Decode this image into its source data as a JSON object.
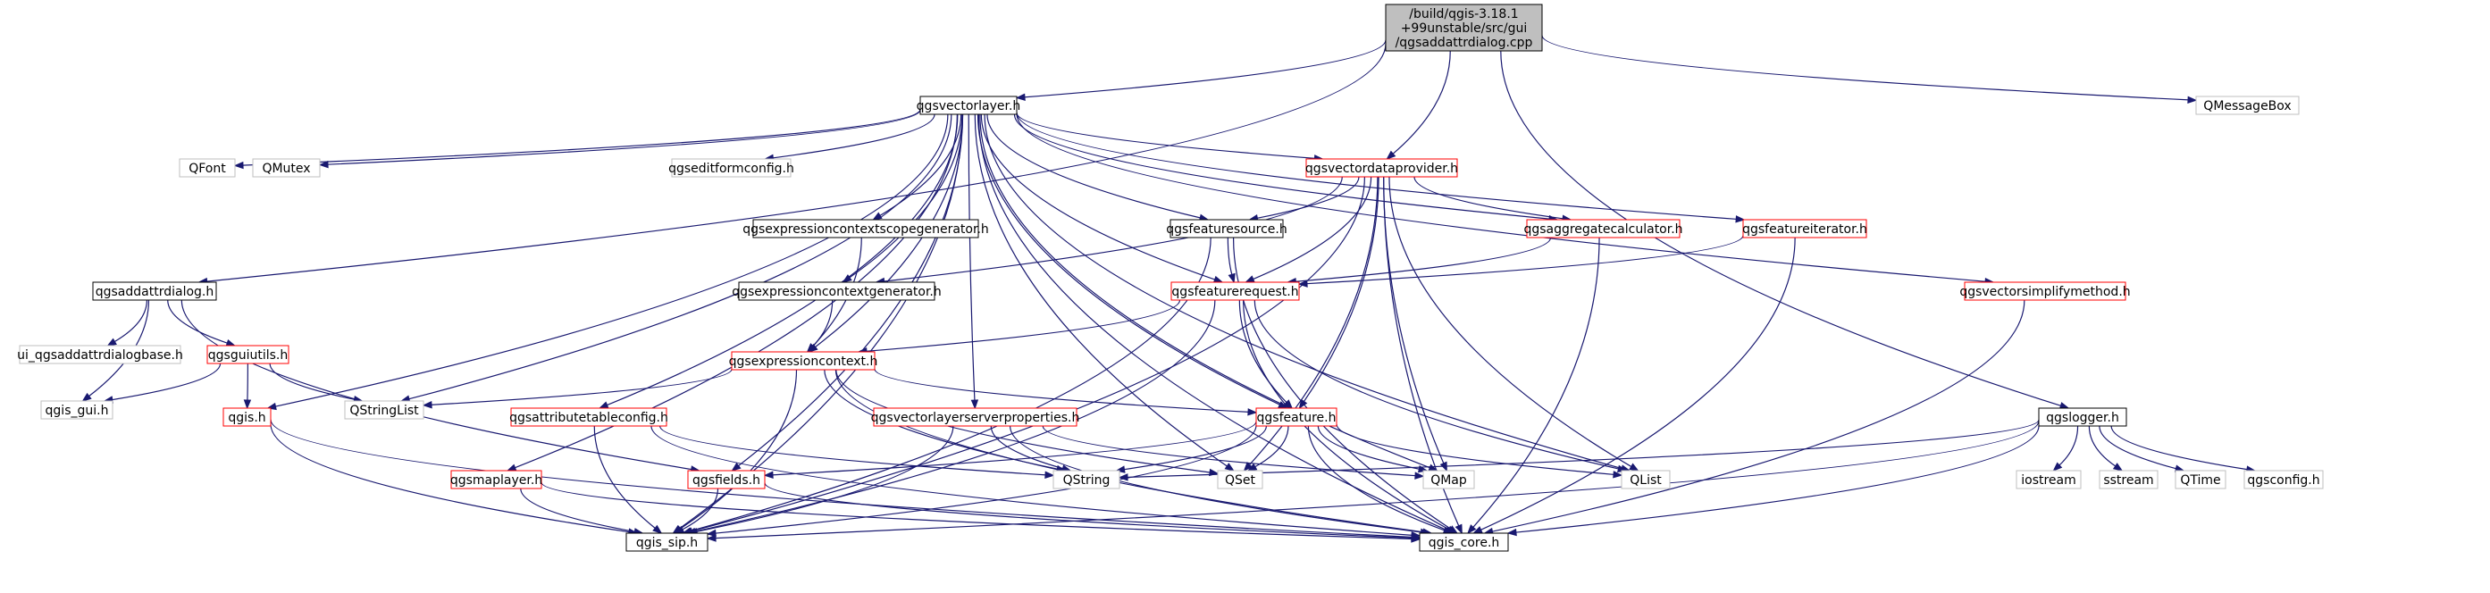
{
  "colors": {
    "edge": "#191970",
    "root_fill": "#bfbfbf",
    "root_stroke": "#000000",
    "documented_stroke": "#000000",
    "nondoc_stroke": "#ff0000",
    "external_stroke": "#bfbfbf"
  },
  "nodes": [
    {
      "id": "root",
      "style": "root",
      "lines": [
        "/build/qgis-3.18.1",
        "+99unstable/src/gui",
        "/qgsaddattrdialog.cpp"
      ]
    },
    {
      "id": "qgsvectorlayer",
      "style": "doc",
      "lines": [
        "qgsvectorlayer.h"
      ]
    },
    {
      "id": "QMessageBox",
      "style": "ext",
      "lines": [
        "QMessageBox"
      ]
    },
    {
      "id": "qgsaddattrdialog",
      "style": "doc",
      "lines": [
        "qgsaddattrdialog.h"
      ]
    },
    {
      "id": "QFont",
      "style": "ext",
      "lines": [
        "QFont"
      ]
    },
    {
      "id": "QMutex",
      "style": "ext",
      "lines": [
        "QMutex"
      ]
    },
    {
      "id": "qgseditformconfig",
      "style": "ext",
      "lines": [
        "qgseditformconfig.h"
      ]
    },
    {
      "id": "qgsvectordataprovider",
      "style": "red",
      "lines": [
        "qgsvectordataprovider.h"
      ]
    },
    {
      "id": "qgsexpressioncontextscopegenerator",
      "style": "doc",
      "lines": [
        "qgsexpressioncontextscopegenerator.h"
      ]
    },
    {
      "id": "qgsfeaturesource",
      "style": "doc",
      "lines": [
        "qgsfeaturesource.h"
      ]
    },
    {
      "id": "qgsaggregatecalculator",
      "style": "red",
      "lines": [
        "qgsaggregatecalculator.h"
      ]
    },
    {
      "id": "qgsfeatureiterator",
      "style": "red",
      "lines": [
        "qgsfeatureiterator.h"
      ]
    },
    {
      "id": "qgsexpressioncontextgenerator",
      "style": "doc",
      "lines": [
        "qgsexpressioncontextgenerator.h"
      ]
    },
    {
      "id": "qgsfeaturerequest",
      "style": "red",
      "lines": [
        "qgsfeaturerequest.h"
      ]
    },
    {
      "id": "qgsvectorsimplifymethod",
      "style": "red",
      "lines": [
        "qgsvectorsimplifymethod.h"
      ]
    },
    {
      "id": "ui_qgsaddattrdialogbase",
      "style": "ext",
      "lines": [
        "ui_qgsaddattrdialogbase.h"
      ]
    },
    {
      "id": "qgsguiutils",
      "style": "red",
      "lines": [
        "qgsguiutils.h"
      ]
    },
    {
      "id": "qgsexpressioncontext",
      "style": "red",
      "lines": [
        "qgsexpressioncontext.h"
      ]
    },
    {
      "id": "qgis_gui",
      "style": "ext",
      "lines": [
        "qgis_gui.h"
      ]
    },
    {
      "id": "QStringList",
      "style": "ext",
      "lines": [
        "QStringList"
      ]
    },
    {
      "id": "qgis",
      "style": "red",
      "lines": [
        "qgis.h"
      ]
    },
    {
      "id": "qgsattributetableconfig",
      "style": "red",
      "lines": [
        "qgsattributetableconfig.h"
      ]
    },
    {
      "id": "qgsvectorlayerserverproperties",
      "style": "red",
      "lines": [
        "qgsvectorlayerserverproperties.h"
      ]
    },
    {
      "id": "qgsfeature",
      "style": "red",
      "lines": [
        "qgsfeature.h"
      ]
    },
    {
      "id": "qgslogger",
      "style": "doc",
      "lines": [
        "qgslogger.h"
      ]
    },
    {
      "id": "qgsmaplayer",
      "style": "red",
      "lines": [
        "qgsmaplayer.h"
      ]
    },
    {
      "id": "qgsfields",
      "style": "red",
      "lines": [
        "qgsfields.h"
      ]
    },
    {
      "id": "QString",
      "style": "ext",
      "lines": [
        "QString"
      ]
    },
    {
      "id": "QSet",
      "style": "ext",
      "lines": [
        "QSet"
      ]
    },
    {
      "id": "QMap",
      "style": "ext",
      "lines": [
        "QMap"
      ]
    },
    {
      "id": "QList",
      "style": "ext",
      "lines": [
        "QList"
      ]
    },
    {
      "id": "iostream",
      "style": "ext",
      "lines": [
        "iostream"
      ]
    },
    {
      "id": "sstream",
      "style": "ext",
      "lines": [
        "sstream"
      ]
    },
    {
      "id": "QTime",
      "style": "ext",
      "lines": [
        "QTime"
      ]
    },
    {
      "id": "qgsconfig",
      "style": "ext",
      "lines": [
        "qgsconfig.h"
      ]
    },
    {
      "id": "qgis_sip",
      "style": "doc",
      "lines": [
        "qgis_sip.h"
      ]
    },
    {
      "id": "qgis_core",
      "style": "doc",
      "lines": [
        "qgis_core.h"
      ]
    }
  ],
  "edges": [
    [
      "root",
      "qgsvectorlayer"
    ],
    [
      "root",
      "QMessageBox"
    ],
    [
      "root",
      "qgsaddattrdialog"
    ],
    [
      "root",
      "qgsvectordataprovider"
    ],
    [
      "root",
      "qgslogger"
    ],
    [
      "qgsvectorlayer",
      "QFont"
    ],
    [
      "qgsvectorlayer",
      "QMutex"
    ],
    [
      "qgsvectorlayer",
      "qgseditformconfig"
    ],
    [
      "qgsvectorlayer",
      "qgsvectordataprovider"
    ],
    [
      "qgsvectorlayer",
      "qgsexpressioncontextscopegenerator"
    ],
    [
      "qgsvectorlayer",
      "qgsfeaturesource"
    ],
    [
      "qgsvectorlayer",
      "qgsaggregatecalculator"
    ],
    [
      "qgsvectorlayer",
      "qgsfeatureiterator"
    ],
    [
      "qgsvectorlayer",
      "qgsvectorsimplifymethod"
    ],
    [
      "qgsvectorlayer",
      "qgsexpressioncontextgenerator"
    ],
    [
      "qgsvectorlayer",
      "qgsfeaturerequest"
    ],
    [
      "qgsvectorlayer",
      "qgsexpressioncontext"
    ],
    [
      "qgsvectorlayer",
      "QStringList"
    ],
    [
      "qgsvectorlayer",
      "qgis"
    ],
    [
      "qgsvectorlayer",
      "qgsattributetableconfig"
    ],
    [
      "qgsvectorlayer",
      "qgsvectorlayerserverproperties"
    ],
    [
      "qgsvectorlayer",
      "qgsfeature"
    ],
    [
      "qgsvectorlayer",
      "qgsmaplayer"
    ],
    [
      "qgsvectorlayer",
      "qgsfields"
    ],
    [
      "qgsvectorlayer",
      "QSet"
    ],
    [
      "qgsvectorlayer",
      "QMap"
    ],
    [
      "qgsvectorlayer",
      "QList"
    ],
    [
      "qgsvectorlayer",
      "qgis_sip"
    ],
    [
      "qgsvectorlayer",
      "qgis_core"
    ],
    [
      "qgsaddattrdialog",
      "ui_qgsaddattrdialogbase"
    ],
    [
      "qgsaddattrdialog",
      "qgsguiutils"
    ],
    [
      "qgsaddattrdialog",
      "qgis_gui"
    ],
    [
      "qgsaddattrdialog",
      "qgsfields"
    ],
    [
      "qgsvectordataprovider",
      "qgsfeaturesource"
    ],
    [
      "qgsvectordataprovider",
      "qgsaggregatecalculator"
    ],
    [
      "qgsvectordataprovider",
      "qgsfeaturerequest"
    ],
    [
      "qgsvectordataprovider",
      "qgsfeature"
    ],
    [
      "qgsvectordataprovider",
      "QSet"
    ],
    [
      "qgsvectordataprovider",
      "QMap"
    ],
    [
      "qgsvectordataprovider",
      "QList"
    ],
    [
      "qgsvectordataprovider",
      "qgis_core"
    ],
    [
      "qgsvectordataprovider",
      "qgsexpressioncontextgenerator"
    ],
    [
      "qgsvectordataprovider",
      "qgis_sip"
    ],
    [
      "qgsexpressioncontextscopegenerator",
      "qgsexpressioncontext"
    ],
    [
      "qgsfeaturesource",
      "qgsfeaturerequest"
    ],
    [
      "qgsfeaturesource",
      "qgis_core"
    ],
    [
      "qgsfeaturesource",
      "qgis_sip"
    ],
    [
      "qgsaggregatecalculator",
      "qgsfeaturerequest"
    ],
    [
      "qgsaggregatecalculator",
      "qgis_core"
    ],
    [
      "qgsfeatureiterator",
      "qgsfeaturerequest"
    ],
    [
      "qgsfeatureiterator",
      "qgis_core"
    ],
    [
      "qgsexpressioncontextgenerator",
      "qgsexpressioncontext"
    ],
    [
      "qgsfeaturerequest",
      "qgsexpressioncontext"
    ],
    [
      "qgsfeaturerequest",
      "qgsfeature"
    ],
    [
      "qgsfeaturerequest",
      "QList"
    ],
    [
      "qgsfeaturerequest",
      "qgis_core"
    ],
    [
      "qgsfeaturerequest",
      "qgis_sip"
    ],
    [
      "qgsvectorsimplifymethod",
      "qgis_core"
    ],
    [
      "qgsguiutils",
      "qgis"
    ],
    [
      "qgsguiutils",
      "QStringList"
    ],
    [
      "qgsguiutils",
      "qgis_gui"
    ],
    [
      "qgsexpressioncontext",
      "QStringList"
    ],
    [
      "qgsexpressioncontext",
      "qgsfeature"
    ],
    [
      "qgsexpressioncontext",
      "QSet"
    ],
    [
      "qgsexpressioncontext",
      "QString"
    ],
    [
      "qgsexpressioncontext",
      "qgis_core"
    ],
    [
      "qgsexpressioncontext",
      "qgis_sip"
    ],
    [
      "qgis",
      "qgis_core"
    ],
    [
      "qgis",
      "qgis_sip"
    ],
    [
      "qgsattributetableconfig",
      "QString"
    ],
    [
      "qgsattributetableconfig",
      "qgis_core"
    ],
    [
      "qgsattributetableconfig",
      "qgis_sip"
    ],
    [
      "qgsvectorlayerserverproperties",
      "QString"
    ],
    [
      "qgsvectorlayerserverproperties",
      "QMap"
    ],
    [
      "qgsvectorlayerserverproperties",
      "qgis_core"
    ],
    [
      "qgsvectorlayerserverproperties",
      "qgis_sip"
    ],
    [
      "qgsfeature",
      "qgsfields"
    ],
    [
      "qgsfeature",
      "QString"
    ],
    [
      "qgsfeature",
      "QSet"
    ],
    [
      "qgsfeature",
      "QMap"
    ],
    [
      "qgsfeature",
      "QList"
    ],
    [
      "qgsfeature",
      "qgis_core"
    ],
    [
      "qgsfeature",
      "qgis_sip"
    ],
    [
      "qgslogger",
      "QString"
    ],
    [
      "qgslogger",
      "iostream"
    ],
    [
      "qgslogger",
      "sstream"
    ],
    [
      "qgslogger",
      "QTime"
    ],
    [
      "qgslogger",
      "qgsconfig"
    ],
    [
      "qgslogger",
      "qgis_core"
    ],
    [
      "qgslogger",
      "qgis_sip"
    ],
    [
      "qgsmaplayer",
      "qgis_sip"
    ],
    [
      "qgsmaplayer",
      "qgis_core"
    ],
    [
      "qgsfields",
      "qgis_sip"
    ],
    [
      "qgsfields",
      "qgis_core"
    ]
  ]
}
